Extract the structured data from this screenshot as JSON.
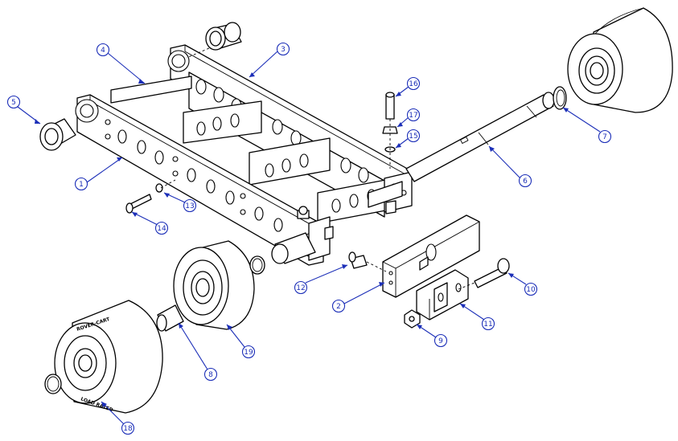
{
  "drawing": {
    "accent_color": "#1c2fb8",
    "line_color": "#000000",
    "wheel_marking_top": "ROVER-CART",
    "wheel_marking_bottom": "LOAD RATED",
    "balloons": [
      {
        "id": "b1",
        "label": "1"
      },
      {
        "id": "b2",
        "label": "2"
      },
      {
        "id": "b3",
        "label": "3"
      },
      {
        "id": "b4",
        "label": "4"
      },
      {
        "id": "b5",
        "label": "5"
      },
      {
        "id": "b6",
        "label": "6"
      },
      {
        "id": "b7",
        "label": "7"
      },
      {
        "id": "b8",
        "label": "8"
      },
      {
        "id": "b9",
        "label": "9"
      },
      {
        "id": "b10",
        "label": "10"
      },
      {
        "id": "b11",
        "label": "11"
      },
      {
        "id": "b12",
        "label": "12"
      },
      {
        "id": "b13",
        "label": "13"
      },
      {
        "id": "b14",
        "label": "14"
      },
      {
        "id": "b15",
        "label": "15"
      },
      {
        "id": "b16",
        "label": "16"
      },
      {
        "id": "b17",
        "label": "17"
      },
      {
        "id": "b18",
        "label": "18"
      },
      {
        "id": "b19",
        "label": "19"
      }
    ]
  }
}
